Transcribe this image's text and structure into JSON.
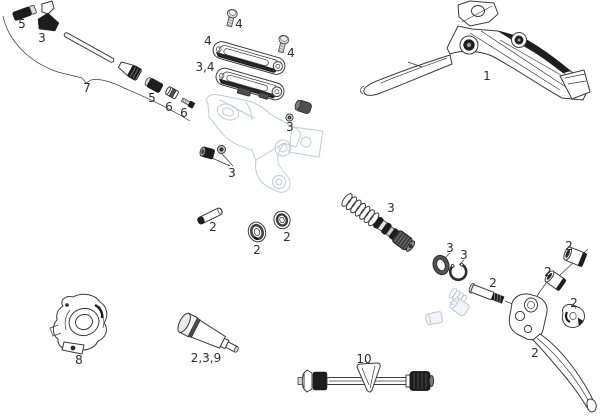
{
  "diagram_type": "exploded-parts-diagram",
  "subject": "hydraulic-brake-lever",
  "colors": {
    "line": "#3b3b3b",
    "fill_black": "#1d1d1d",
    "ghost": "#c2c9d4",
    "background": "#ffffff",
    "label_text": "#2e2e2e"
  },
  "callouts": [
    {
      "text": "5",
      "part": "hose-sleeve"
    },
    {
      "text": "3",
      "part": "hose-clamp"
    },
    {
      "text": "7",
      "part": "hose-assembly-brace"
    },
    {
      "text": "5",
      "part": "compression-olive"
    },
    {
      "text": "6",
      "part": "compression-barrel"
    },
    {
      "text": "6",
      "part": "hose-barb-screw"
    },
    {
      "text": "4",
      "part": "cover-screw-top"
    },
    {
      "text": "4",
      "part": "lever-cover-plate"
    },
    {
      "text": "4",
      "part": "cover-screw-side"
    },
    {
      "text": "3,4",
      "part": "clamp-plate"
    },
    {
      "text": "3",
      "part": "bleed-port-nut"
    },
    {
      "text": "1",
      "part": "brake-lever-assembly"
    },
    {
      "text": "3",
      "part": "set-screws"
    },
    {
      "text": "2",
      "part": "pivot-pin"
    },
    {
      "text": "2",
      "part": "grommet-seal"
    },
    {
      "text": "2",
      "part": "washer-seal"
    },
    {
      "text": "3",
      "part": "piston-spring-assembly"
    },
    {
      "text": "3",
      "part": "o-ring"
    },
    {
      "text": "3",
      "part": "snap-ring"
    },
    {
      "text": "2",
      "part": "blade-pin"
    },
    {
      "text": "2",
      "part": "barrel-nut-upper"
    },
    {
      "text": "2",
      "part": "barrel-nut-lower"
    },
    {
      "text": "2",
      "part": "cam-insert"
    },
    {
      "text": "2",
      "part": "lever-blade"
    },
    {
      "text": "8",
      "part": "handlebar-clamp"
    },
    {
      "text": "2,3,9",
      "part": "piston-pusher"
    },
    {
      "text": "10",
      "part": "thru-axle"
    }
  ]
}
